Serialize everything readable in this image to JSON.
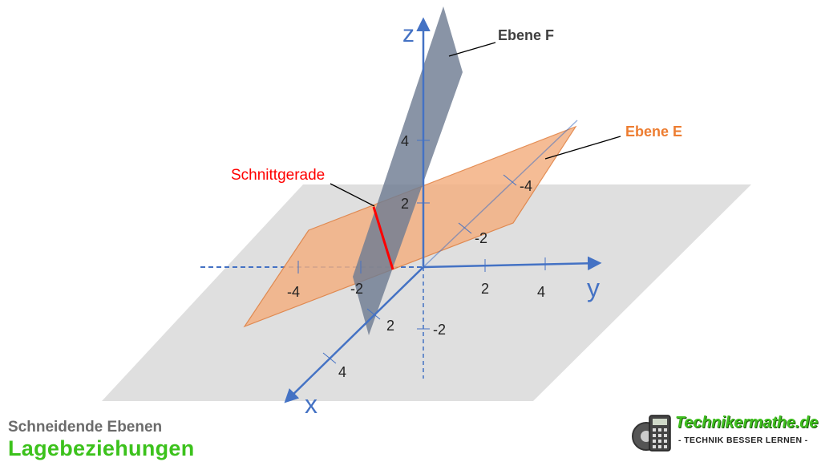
{
  "axes": {
    "x_label": "x",
    "y_label": "y",
    "z_label": "z",
    "x_ticks": [
      "2",
      "4"
    ],
    "y_ticks": [
      "-4",
      "-2",
      "2",
      "4"
    ],
    "z_ticks": [
      "4",
      "2",
      "-2"
    ],
    "y_neg_ticks_on_plane": [
      "-2",
      "-4"
    ]
  },
  "labels": {
    "plane_f": "Ebene F",
    "plane_e": "Ebene E",
    "intersection": "Schnittgerade"
  },
  "caption": {
    "subtitle": "Schneidende Ebenen",
    "title": "Lagebeziehungen"
  },
  "brand": {
    "name": "Technikermathe.de",
    "tagline": "- TECHNIK BESSER LERNEN -"
  },
  "colors": {
    "axis": "#4472c4",
    "plane_e": "#f4b183",
    "plane_e_edge": "#e07b39",
    "plane_f": "#7a8699",
    "ground": "#d9d9d9",
    "intersection": "#ff0000",
    "brand_green": "#3fbf1f"
  }
}
